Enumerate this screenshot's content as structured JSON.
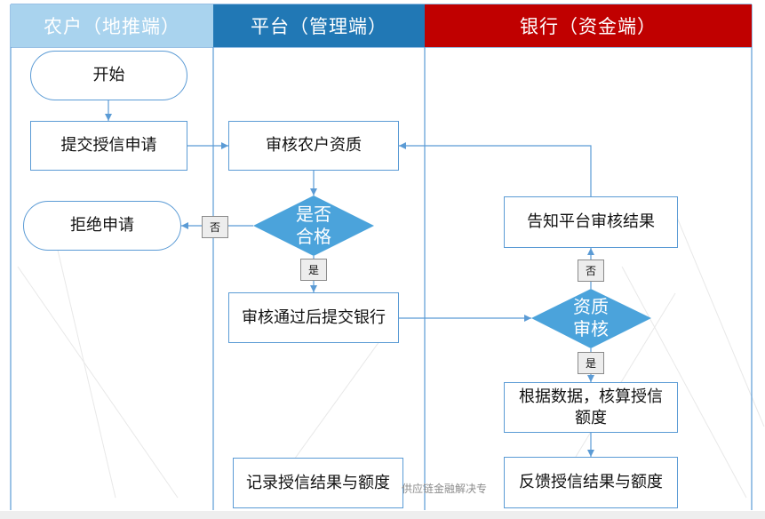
{
  "lanes": {
    "farmer": {
      "title": "农户（地推端）",
      "bg": "#a9d3ee",
      "fg": "#ffffff"
    },
    "platform": {
      "title": "平台（管理端）",
      "bg": "#2178b5",
      "fg": "#ffffff"
    },
    "bank": {
      "title": "银行（资金端）",
      "bg": "#c00000",
      "fg": "#ffffff"
    }
  },
  "nodes": {
    "start": "开始",
    "submit": "提交授信申请",
    "reject": "拒绝申请",
    "review": "审核农户资质",
    "qualified": "是否合格",
    "forward": "审核通过后提交银行",
    "record": "记录授信结果与额度",
    "notify": "告知平台审核结果",
    "credit_review": "资质审核",
    "calculate": "根据数据，核算授信额度",
    "feedback": "反馈授信结果与额度"
  },
  "edge_labels": {
    "qualified_no": "否",
    "qualified_yes": "是",
    "credit_no": "否",
    "credit_yes": "是"
  },
  "watermark": "供应链金融解决专",
  "colors": {
    "line": "#5b9bd5",
    "diamond": "#4ba3db"
  }
}
